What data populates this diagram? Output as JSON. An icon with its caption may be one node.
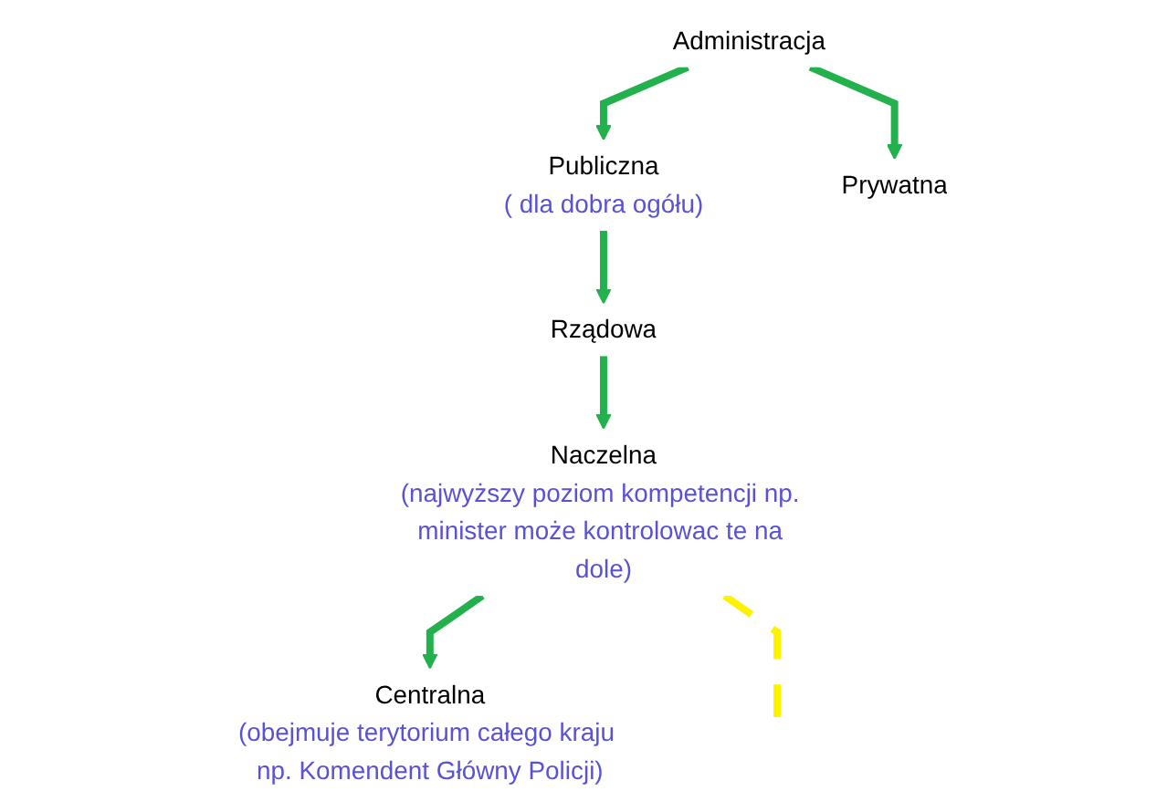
{
  "diagram": {
    "nodes": [
      {
        "text": [
          "Administracja"
        ]
      },
      {
        "text": [
          "Publiczna",
          "( dla dobra ogółu)"
        ]
      },
      {
        "text": [
          "Prywatna"
        ]
      },
      {
        "text": [
          "Rządowa"
        ]
      },
      {
        "text": [
          "Naczelna",
          "(najwyższy poziom kompetencji np. minister może kontrolowac te na dole)"
        ]
      },
      {
        "text": [
          "Centralna",
          "(obejmuje terytorium całego kraju np. Komendent Główny Policji)"
        ]
      }
    ],
    "edges": [
      {
        "from": 0,
        "to": 1,
        "arrow": "to"
      },
      {
        "from": 0,
        "to": 2,
        "arrow": "to"
      },
      {
        "from": 1,
        "to": 3,
        "arrow": "to"
      },
      {
        "from": 3,
        "to": 4,
        "arrow": "to"
      },
      {
        "from": 4,
        "to": 5,
        "arrow": "to"
      },
      {
        "from": 4,
        "to": null,
        "arrow": "none",
        "style": "dashed",
        "color": "#fff200"
      }
    ]
  }
}
